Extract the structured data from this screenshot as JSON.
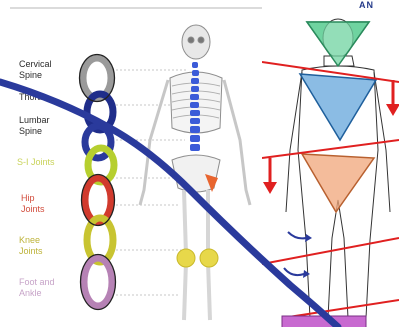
{
  "left_labels": {
    "cervical": [
      "Cervical",
      "Spine"
    ],
    "thoracic": "Thora",
    "lumbar": [
      "Lumbar",
      "Spine"
    ],
    "sij": "S-I Joints",
    "hip": [
      "Hip",
      "Joints"
    ],
    "knee": [
      "Knee",
      "Joints"
    ],
    "foot": [
      "Foot and",
      "Ankle"
    ]
  },
  "top_right_text": "AN",
  "colors": {
    "cervical_chain": "#9a9a9a",
    "thoracic_chain": "#1f2d8a",
    "lumbar_chain": "#1f2d8a",
    "sij_chain": "#b6cf2f",
    "hip_chain": "#d13a2d",
    "knee_chain": "#c8c431",
    "foot_chain": "#b682b5",
    "slash_line": "#2a3a9c",
    "spine_highlight": "#3b5bd8",
    "pelvis_highlight": "#e8652f",
    "knee_highlight": "#e7d84a",
    "red_lines": "#e02020",
    "head_triangle": "#6fd3a0",
    "torso_triangle": "#5aa0d8",
    "pelvis_triangle": "#f0a57a"
  }
}
